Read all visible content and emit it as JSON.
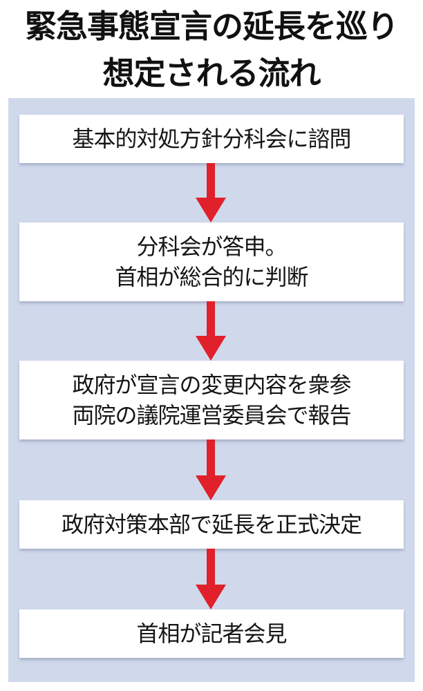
{
  "title": {
    "line1": "緊急事態宣言の延長を巡り",
    "line2": "想定される流れ"
  },
  "steps": [
    {
      "line1": "基本的対処方針分科会に諮問",
      "line2": ""
    },
    {
      "line1": "分科会が答申。",
      "line2": "首相が総合的に判断"
    },
    {
      "line1": "政府が宣言の変更内容を衆参",
      "line2": "両院の議院運営委員会で報告"
    },
    {
      "line1": "政府対策本部で延長を正式決定",
      "line2": ""
    },
    {
      "line1": "首相が記者会見",
      "line2": ""
    }
  ],
  "colors": {
    "panel": "#d0d9ec",
    "arrow": "#e0202a"
  }
}
